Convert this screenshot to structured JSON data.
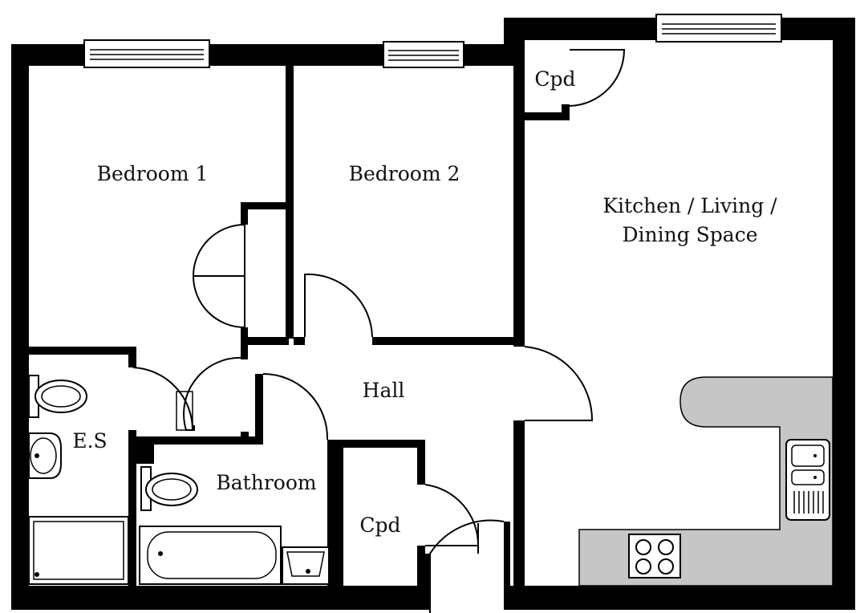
{
  "rooms": {
    "bedroom1": "Bedroom 1",
    "bedroom2": "Bedroom 2",
    "kitchen_line1": "Kitchen / Living /",
    "kitchen_line2": "Dining Space",
    "hall": "Hall",
    "ensuite": "E.S",
    "bathroom": "Bathroom",
    "cupboard_top": "Cpd",
    "cupboard_hall": "Cpd"
  },
  "colors": {
    "wall": "#000000",
    "counter": "#c6c6c6",
    "background": "#ffffff"
  }
}
